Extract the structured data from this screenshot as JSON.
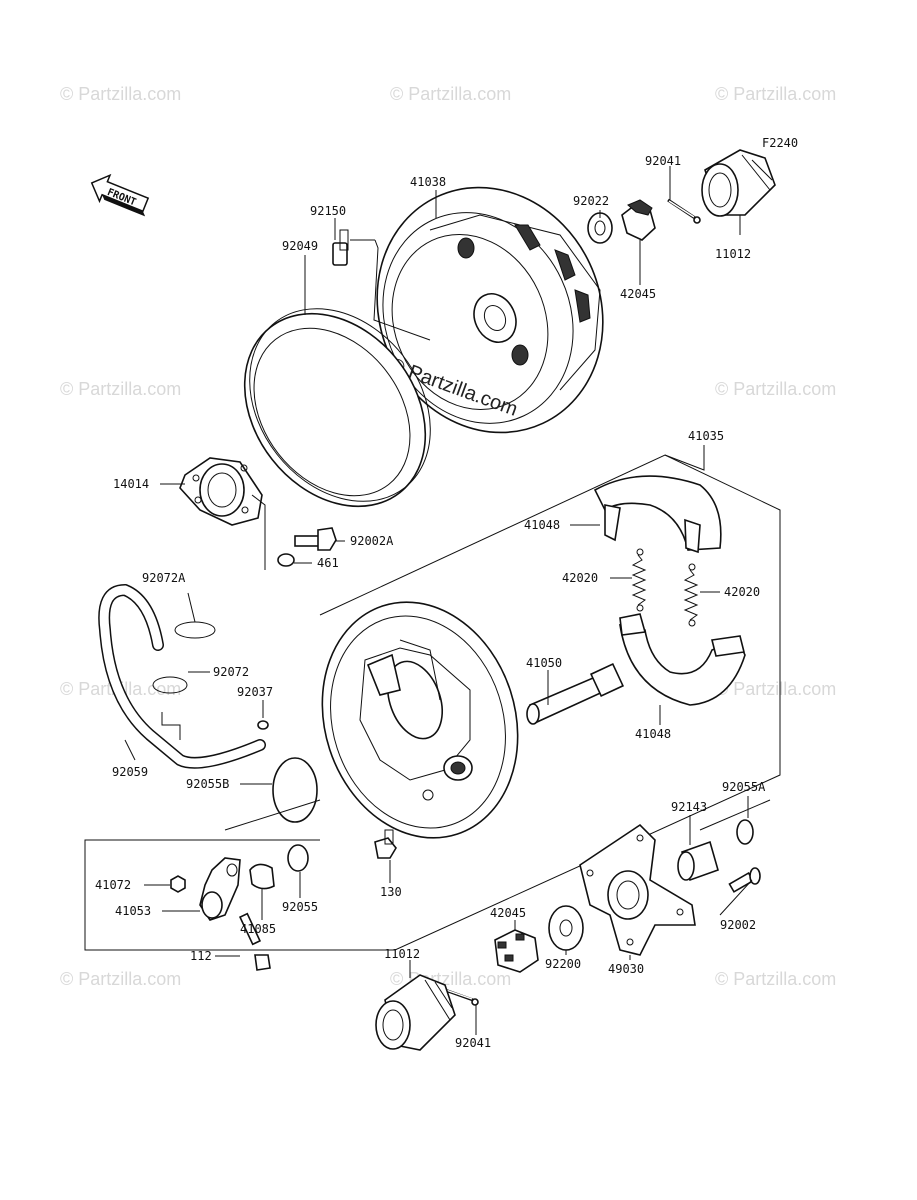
{
  "diagram_code": "F2240",
  "front_label": "FRONT",
  "watermark_text": "© Partzilla.com",
  "center_watermark": "© Partzilla.com",
  "labels": {
    "p41038": "41038",
    "p92150": "92150",
    "p92049": "92049",
    "p92022": "92022",
    "p92041_top": "92041",
    "p11012_top": "11012",
    "p42045_top": "42045",
    "p14014": "14014",
    "p92002A": "92002A",
    "p461": "461",
    "p41035": "41035",
    "p41048_top": "41048",
    "p42020_left": "42020",
    "p42020_right": "42020",
    "p92072A": "92072A",
    "p92072": "92072",
    "p92037": "92037",
    "p41050": "41050",
    "p41048_bottom": "41048",
    "p92059": "92059",
    "p92055B": "92055B",
    "p92055A": "92055A",
    "p92143": "92143",
    "p41072": "41072",
    "p41053": "41053",
    "p41085": "41085",
    "p92055": "92055",
    "p130": "130",
    "p92002": "92002",
    "p112": "112",
    "p42045_bottom": "42045",
    "p11012_bottom": "11012",
    "p92200": "92200",
    "p49030": "49030",
    "p92041_bottom": "92041"
  }
}
